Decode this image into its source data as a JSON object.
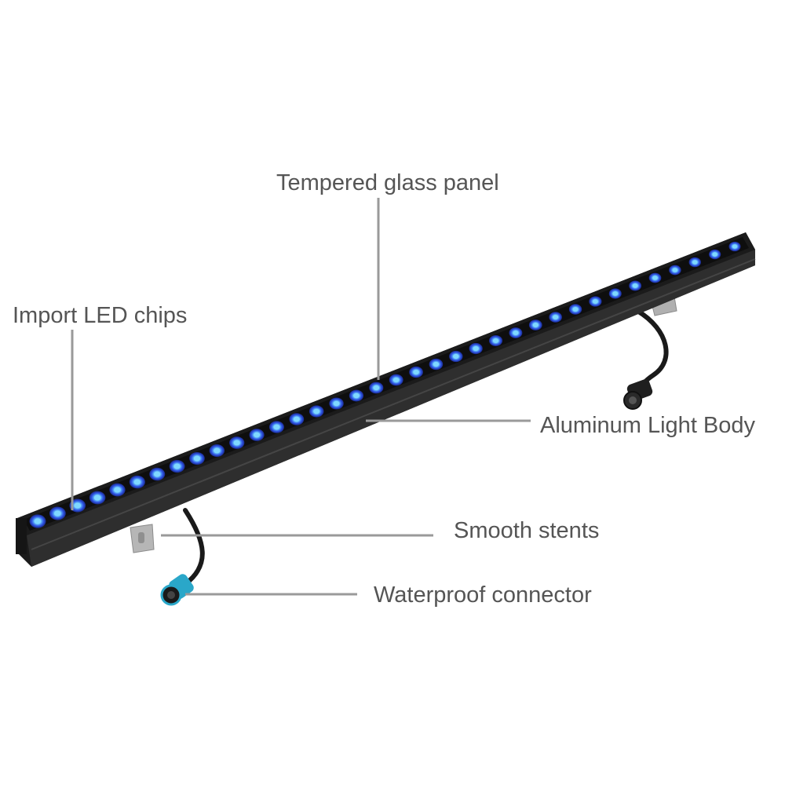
{
  "labels": {
    "tempered_glass": "Tempered glass panel",
    "led_chips": "Import LED chips",
    "light_body": "Aluminum Light Body",
    "stents": "Smooth stents",
    "connector": "Waterproof connector"
  },
  "product": {
    "led_count": 36
  },
  "colors": {
    "housing": "#1b1b1b",
    "housing_edge": "#3a3a3a",
    "led_ring": "#2f56e6",
    "led_core": "#7fd8ff",
    "connector_blue": "#2aa7c9",
    "bracket": "#a8a8a8",
    "callout_line": "#9a9a9a",
    "label_text": "#555555"
  }
}
